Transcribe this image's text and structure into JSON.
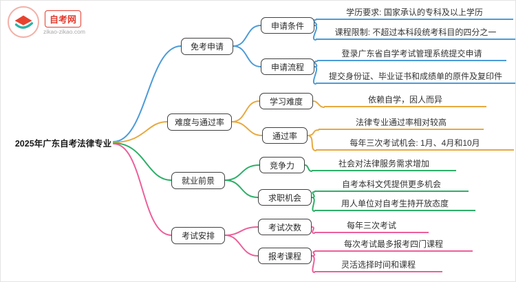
{
  "logo": {
    "name": "自考网",
    "domain": "zikao-zikao.com"
  },
  "root": "2025年广东自考法律专业",
  "colors": {
    "branch_blue": "#4b9bd7",
    "branch_orange": "#e6a93f",
    "branch_green": "#2daf68",
    "branch_pink": "#ec5f9a",
    "node_border": "#3f3f3f",
    "logo_red": "#e23c2e",
    "logo_teal": "#2ab3a6"
  },
  "branches": [
    {
      "label": "免考申请",
      "color": "#4b9bd7",
      "children": [
        {
          "label": "申请条件",
          "leaves": [
            "学历要求: 国家承认的专科及以上学历",
            "课程限制: 不超过本科段统考科目的四分之一"
          ]
        },
        {
          "label": "申请流程",
          "leaves": [
            "登录广东省自学考试管理系统提交申请",
            "提交身份证、毕业证书和成绩单的原件及复印件"
          ]
        }
      ]
    },
    {
      "label": "难度与通过率",
      "color": "#e6a93f",
      "children": [
        {
          "label": "学习难度",
          "leaves": [
            "依赖自学，因人而异"
          ]
        },
        {
          "label": "通过率",
          "leaves": [
            "法律专业通过率相对较高",
            "每年三次考试机会: 1月、4月和10月"
          ]
        }
      ]
    },
    {
      "label": "就业前景",
      "color": "#2daf68",
      "children": [
        {
          "label": "竞争力",
          "leaves": [
            "社会对法律服务需求增加"
          ]
        },
        {
          "label": "求职机会",
          "leaves": [
            "自考本科文凭提供更多机会",
            "用人单位对自考生持开放态度"
          ]
        }
      ]
    },
    {
      "label": "考试安排",
      "color": "#ec5f9a",
      "children": [
        {
          "label": "考试次数",
          "leaves": [
            "每年三次考试"
          ]
        },
        {
          "label": "报考课程",
          "leaves": [
            "每次考试最多报考四门课程",
            "灵活选择时间和课程"
          ]
        }
      ]
    }
  ]
}
